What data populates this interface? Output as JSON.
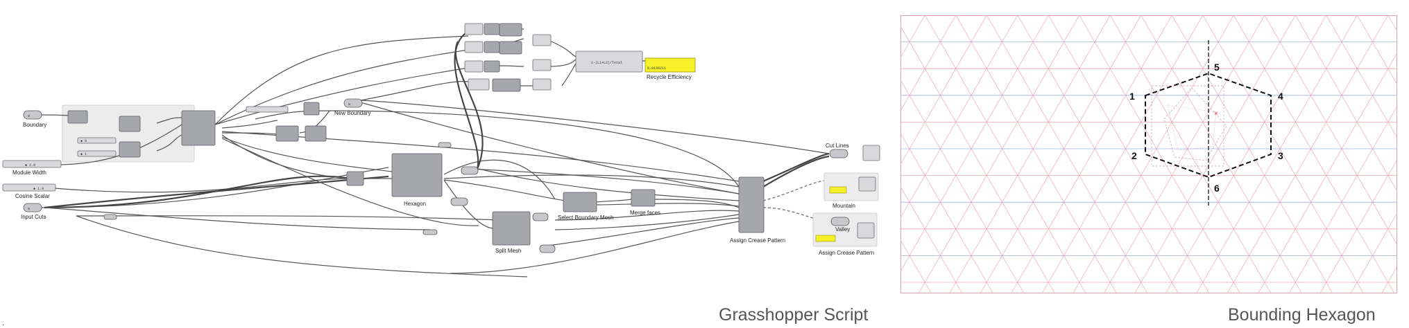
{
  "captions": {
    "left": "Grasshopper Script",
    "right": "Bounding Hexagon",
    "stray": "."
  },
  "grasshopper": {
    "labels": {
      "boundary": "Boundary",
      "module_width": "Module Width",
      "cosine_scalar": "Cosine Scalar",
      "input_cuts": "Input Cuts",
      "new_boundary": "New Boundary",
      "recycle_efficiency": "Recycle Efficiency",
      "hexagon": "Hexagon",
      "select_boundary_mesh": "Select Boundary Mesh",
      "merge_faces": "Merge faces",
      "split_mesh": "Split Mesh",
      "assign_crease_pattern_comp": "Assign Crease Pattern",
      "cut_lines": "Cut Lines",
      "mountain": "Mountain",
      "valley": "Valley",
      "assign_crease_pattern_out": "Assign Crease Pattern"
    },
    "slider_values": {
      "module_width": "◆ 2.0",
      "cosine_scalar": "◆ 1.0",
      "index_1": "◆ 0",
      "index_2": "◆ 1"
    },
    "expression": "1-(L1+L2)/Total",
    "panel_value": "0.0136211",
    "colors": {
      "panel_yellow": "#f5f02a",
      "component_gray": "#a6a6ad",
      "wire": "#555555"
    }
  },
  "hexagon": {
    "vertex_labels": [
      "1",
      "2",
      "3",
      "4",
      "5",
      "6"
    ],
    "colors": {
      "grid_red": "#eba5b4",
      "grid_blue": "#9fb0e0",
      "hexagon": "#111111"
    }
  }
}
